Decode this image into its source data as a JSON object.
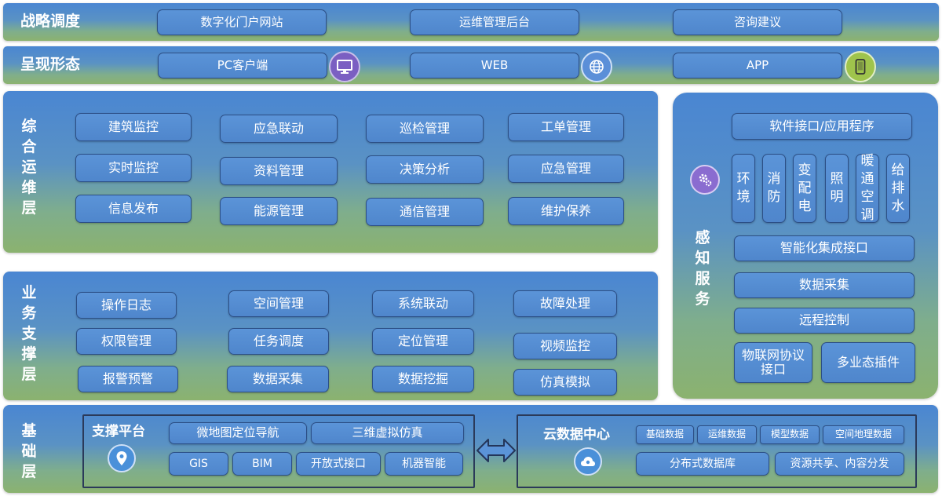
{
  "layers": {
    "strategy": {
      "title": "战略调度",
      "items": [
        "数字化门户网站",
        "运维管理后台",
        "咨询建议"
      ]
    },
    "presentation": {
      "title": "呈现形态",
      "items": [
        "PC客户端",
        "WEB",
        "APP"
      ]
    },
    "ops": {
      "title": "综合运维层",
      "items": [
        "建筑监控",
        "应急联动",
        "巡检管理",
        "工单管理",
        "实时监控",
        "资料管理",
        "决策分析",
        "应急管理",
        "信息发布",
        "能源管理",
        "通信管理",
        "维护保养"
      ]
    },
    "business": {
      "title": "业务支撑层",
      "items": [
        "操作日志",
        "空间管理",
        "系统联动",
        "故障处理",
        "权限管理",
        "任务调度",
        "定位管理",
        "视频监控",
        "报警预警",
        "数据采集",
        "数据挖掘",
        "仿真模拟"
      ]
    },
    "base": {
      "title": "基础层",
      "platform": {
        "title": "支撑平台",
        "items": [
          "微地图定位导航",
          "三维虚拟仿真",
          "GIS",
          "BIM",
          "开放式接口",
          "机器智能"
        ]
      },
      "cloud": {
        "title": "云数据中心",
        "items": [
          "基础数据",
          "运维数据",
          "模型数据",
          "空间地理数据",
          "分布式数据库",
          "资源共享、内容分发"
        ]
      }
    },
    "perception": {
      "title": "感知服务",
      "api": "软件接口/应用程序",
      "systems": [
        "环境",
        "消防",
        "变配电",
        "照明",
        "暖通空调",
        "给排水"
      ],
      "rows": [
        "智能化集成接口",
        "数据采集",
        "远程控制"
      ],
      "bottom": [
        "物联网协议接口",
        "多业态插件"
      ]
    }
  },
  "colors": {
    "band_top": "#4a86d2",
    "band_bottom": "#8bb26f",
    "pill_fill": "#5b94d8",
    "pill_border": "#2c4f86",
    "pc_icon_bg": "#7b5fc2",
    "web_icon_bg": "#5b8fd8",
    "app_icon_bg": "#9fc44c",
    "gear_icon_bg": "#8a6cd0",
    "pin_icon_bg": "#4a90d9",
    "cloud_icon_bg": "#4a90d9"
  },
  "icons": [
    "monitor-icon",
    "globe-icon",
    "phone-icon",
    "gear-icon",
    "location-pin-icon",
    "cloud-icon",
    "double-arrow-icon"
  ]
}
